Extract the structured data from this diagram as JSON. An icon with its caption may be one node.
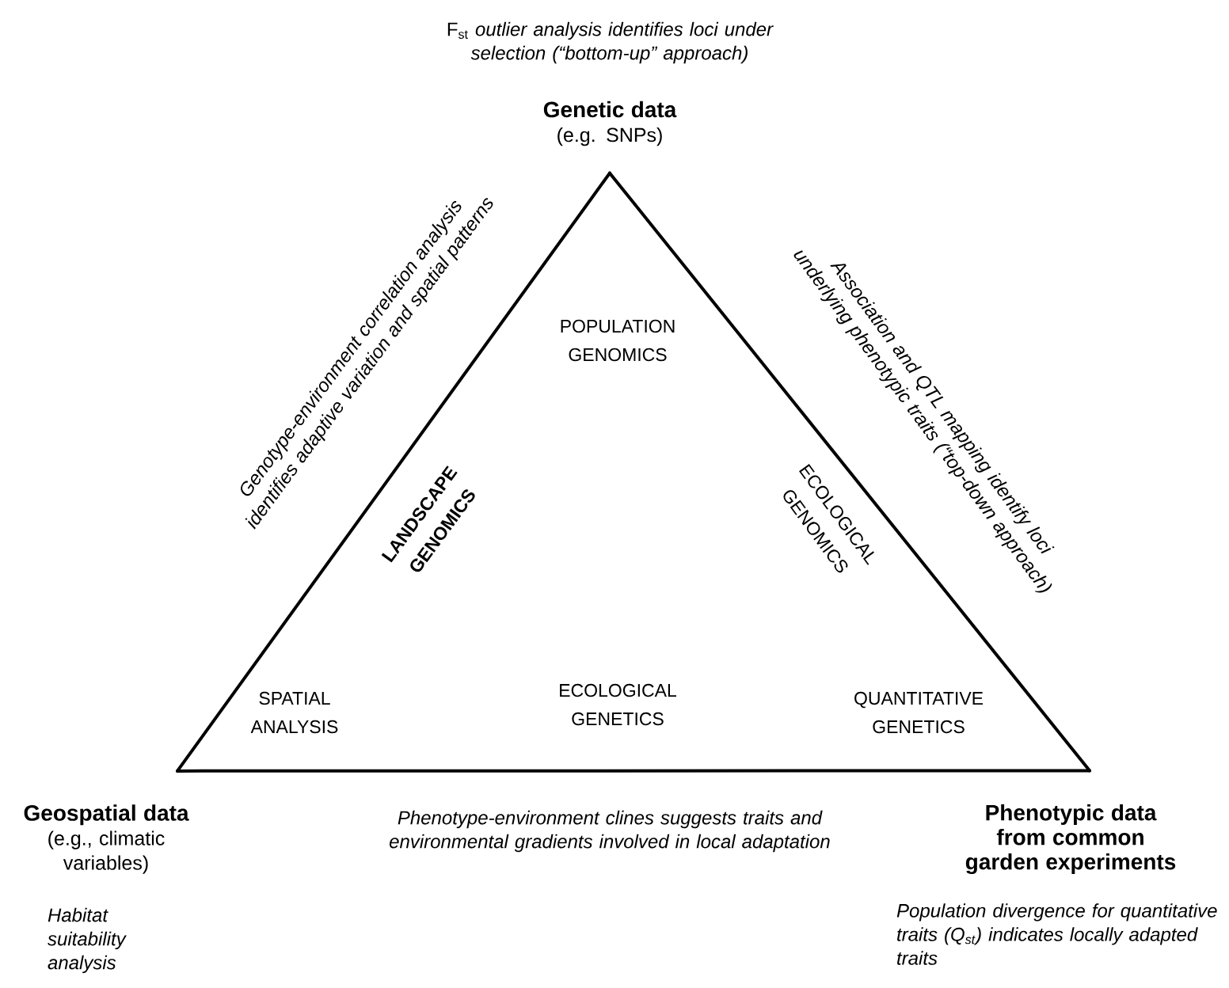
{
  "diagram": {
    "nodes": [
      {
        "text": [
          "Genetic data",
          "(e.g. SNPs)"
        ],
        "beside": [
          "F$_{st}$ *outlier analysis identifies loci under selection (“bottom-up” approach)*"
        ]
      },
      {
        "text": [
          "Geospatial data",
          "(e.g., climatic variables)"
        ],
        "beside": [
          "Habitat suitability analysis"
        ]
      },
      {
        "text": [
          "Phenotypic data from common garden experiments"
        ],
        "beside": [
          "Population divergence for quantitative traits (Q$_{st}$) indicates locally adapted traits"
        ]
      }
    ],
    "edges": [
      {
        "from": 0,
        "to": 1,
        "arrow": "none",
        "label": "Genotype-environment correlation analysis identifies adaptive variation and spatial patterns"
      },
      {
        "from": 1,
        "to": 2,
        "arrow": "none",
        "label": "Phenotype-environment clines suggests traits and environmental gradients involved in local adaptation"
      },
      {
        "from": 2,
        "to": 0,
        "arrow": "none",
        "label": "Association and QTL mapping identify loci underlying phenotypic traits (“top-down approach)"
      }
    ],
    "labels": [
      "POPULATION GENOMICS",
      "LANDSCAPE GENOMICS",
      "ECOLOGICAL GENOMICS",
      "SPATIAL ANALYSIS",
      "ECOLOGICAL GENETICS",
      "QUANTITATIVE GENETICS"
    ]
  }
}
